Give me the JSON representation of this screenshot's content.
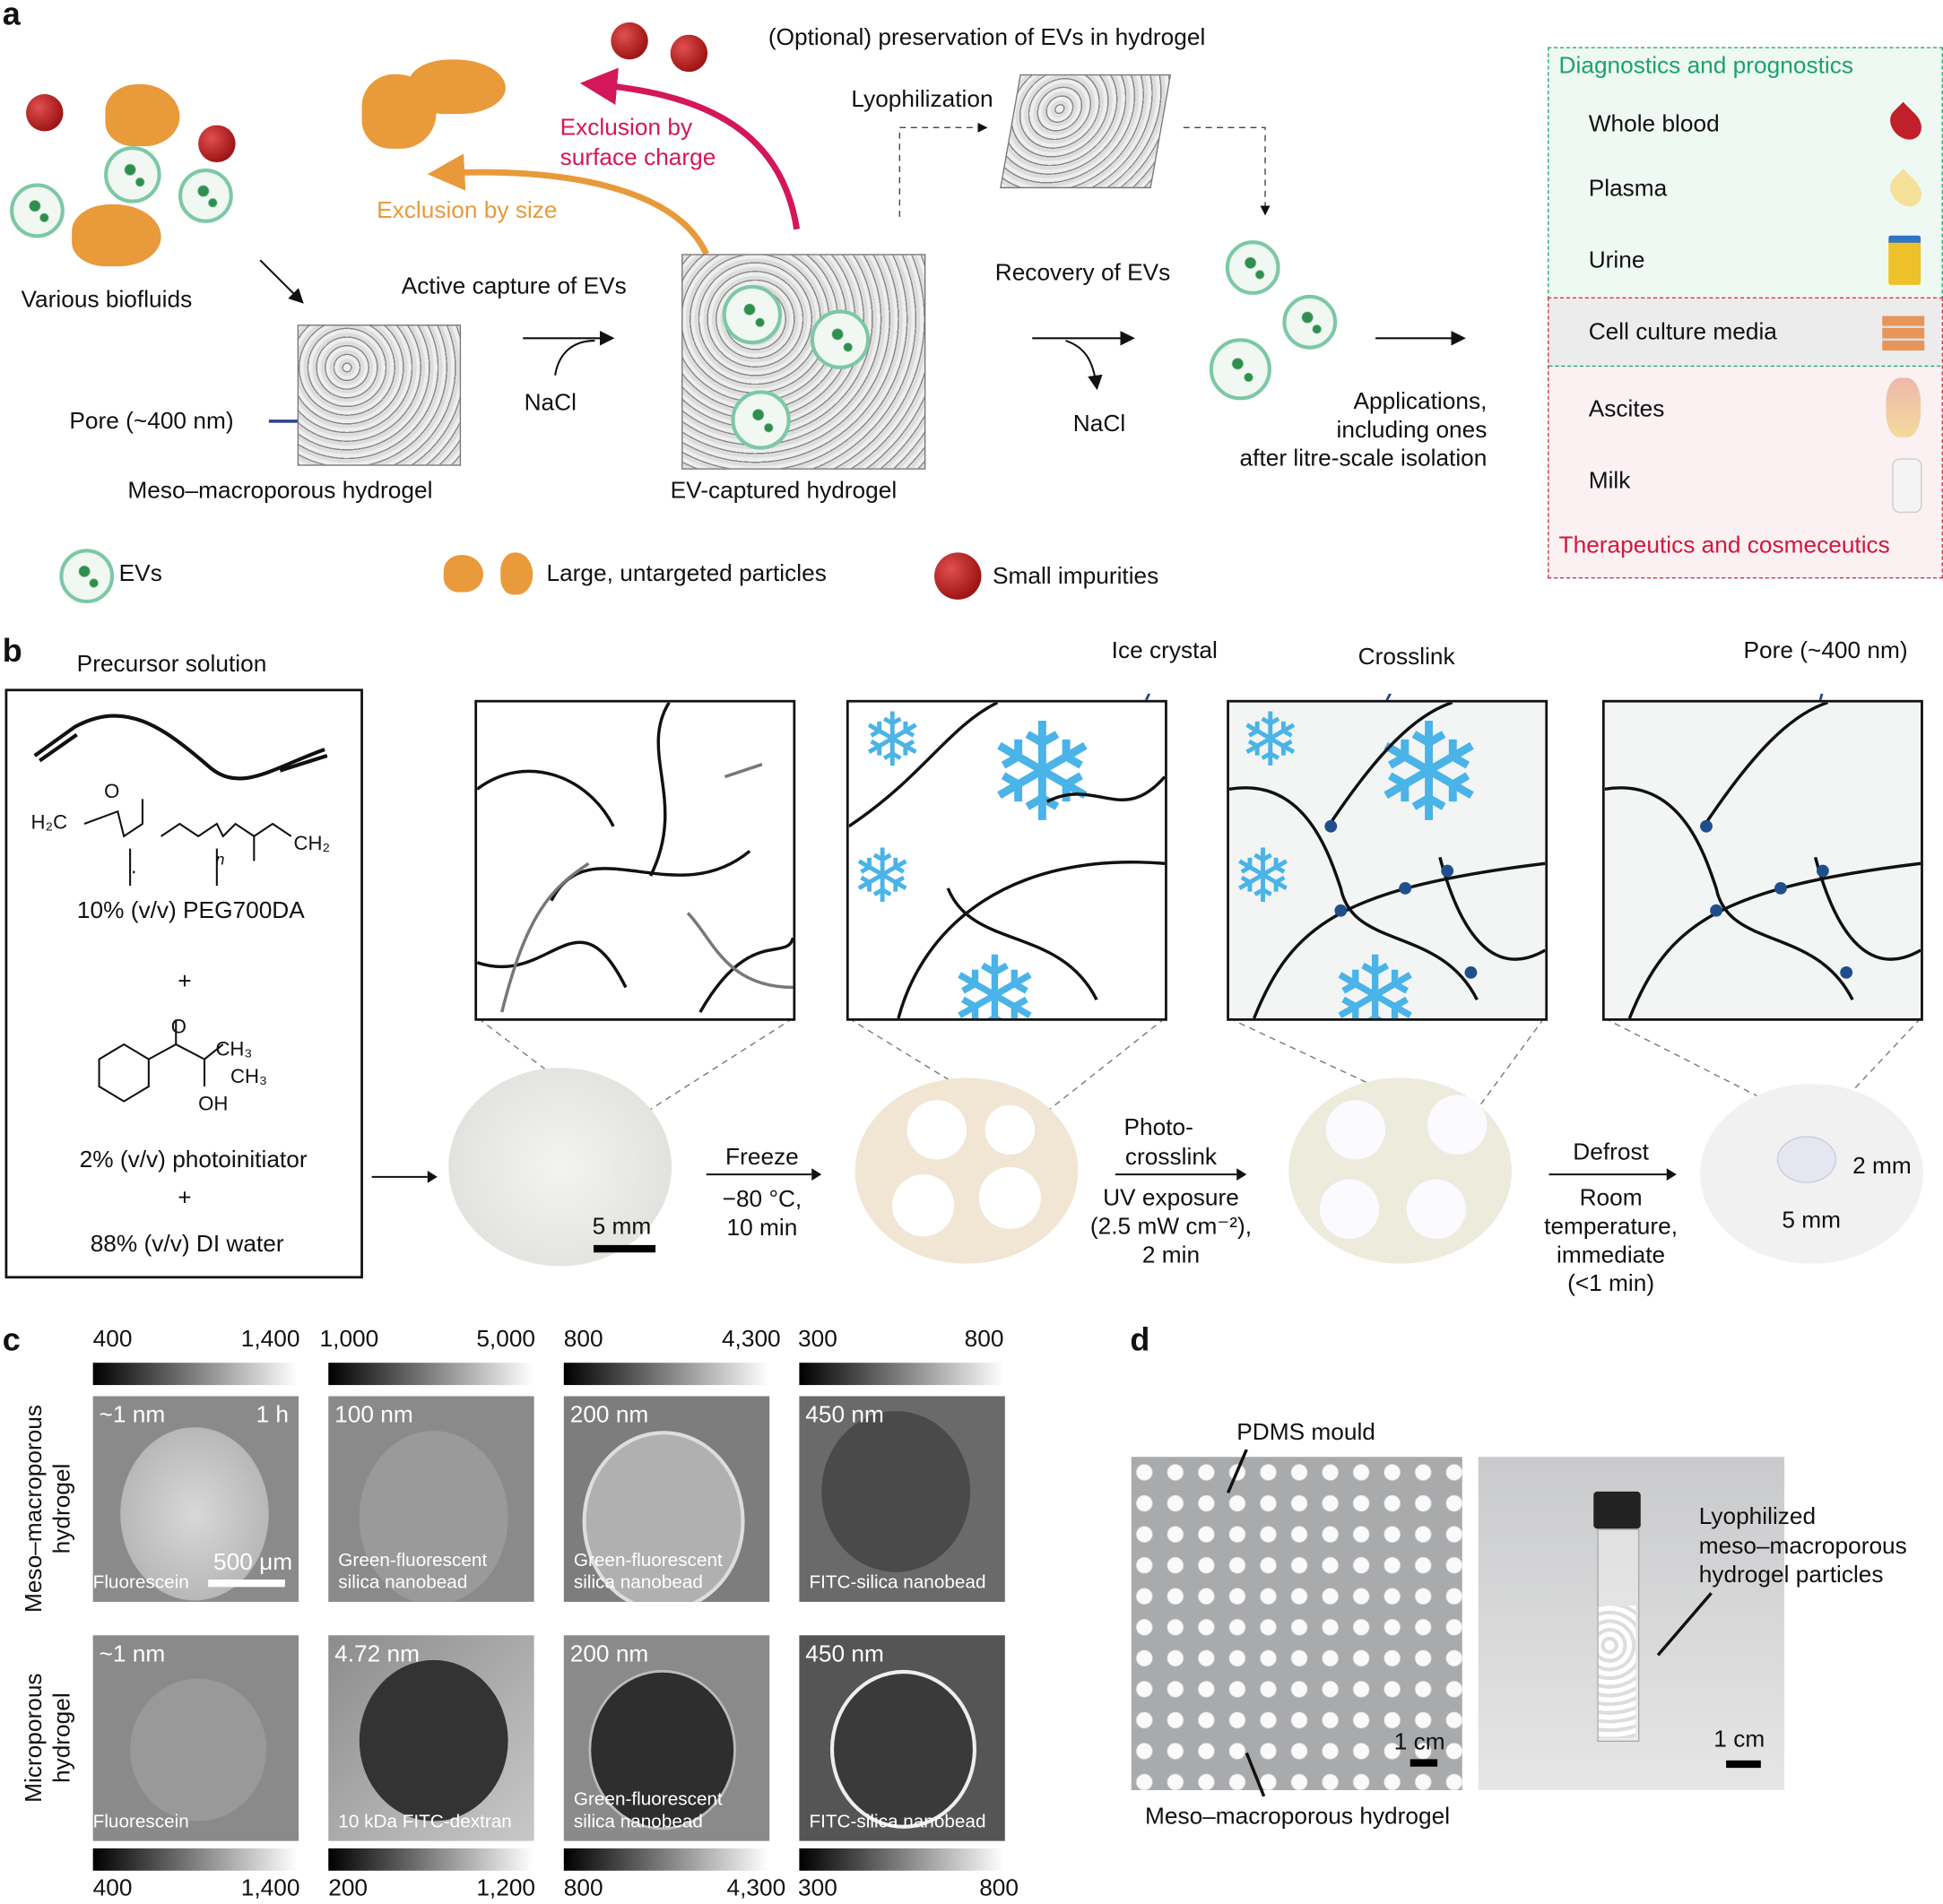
{
  "panel_labels": {
    "a": "a",
    "b": "b",
    "c": "c",
    "d": "d"
  },
  "panel_a": {
    "preservation": "(Optional) preservation of EVs in hydrogel",
    "lyophilization": "Lyophilization",
    "exclusion_charge": [
      "Exclusion by",
      "surface charge"
    ],
    "exclusion_size": "Exclusion by size",
    "various_biofluids": "Various biofluids",
    "active_capture": "Active capture of EVs",
    "nacl_1": "NaCl",
    "nacl_2": "NaCl",
    "recovery": "Recovery of EVs",
    "pore": "Pore (~400 nm)",
    "meso_hydrogel": "Meso–macroporous hydrogel",
    "ev_hydrogel": "EV-captured hydrogel",
    "applications": [
      "Applications,",
      "including ones",
      "after litre-scale isolation"
    ],
    "legend": {
      "evs": "EVs",
      "large": "Large, untargeted particles",
      "small": "Small impurities"
    },
    "sources": {
      "diagnostics_title": "Diagnostics and prognostics",
      "therapeutics_title": "Therapeutics and cosmeceutics",
      "items": [
        "Whole blood",
        "Plasma",
        "Urine",
        "Cell culture media",
        "Ascites",
        "Milk"
      ],
      "colors": {
        "diagnostics": "#1aa36a",
        "therapeutics": "#d4163c"
      }
    }
  },
  "panel_b": {
    "precursor_title": "Precursor solution",
    "peg_label": "10% (v/v) PEG700DA",
    "plus1": "+",
    "photoinit_label": "2% (v/v) photoinitiator",
    "plus2": "+",
    "water_label": "88% (v/v) DI water",
    "chem": {
      "h2c": "H₂C",
      "ch2": "CH₂",
      "o": "O",
      "n": "n",
      "ch3a": "CH₃",
      "ch3b": "CH₃",
      "oh": "OH"
    },
    "ice_crystal": "Ice crystal",
    "crosslink": "Crosslink",
    "pore": "Pore (~400 nm)",
    "scale_5mm": "5 mm",
    "freeze": {
      "title": "Freeze",
      "detail": [
        "−80 °C,",
        "10 min"
      ]
    },
    "photocrosslink": {
      "title": [
        "Photo-",
        "crosslink"
      ],
      "detail": [
        "UV exposure",
        "(2.5 mW cm⁻²),",
        "2 min"
      ]
    },
    "defrost": {
      "title": "Defrost",
      "detail": [
        "Room",
        "temperature,",
        "immediate",
        "(<1 min)"
      ]
    },
    "dim_2mm": "2 mm",
    "dim_5mm": "5 mm"
  },
  "panel_c": {
    "row_labels": [
      [
        "Meso–macroporous",
        "hydrogel"
      ],
      [
        "Microporous",
        "hydrogel"
      ]
    ],
    "top_scales": [
      [
        "400",
        "1,400"
      ],
      [
        "1,000",
        "5,000"
      ],
      [
        "800",
        "4,300"
      ],
      [
        "300",
        "800"
      ]
    ],
    "bottom_scales": [
      [
        "400",
        "1,400"
      ],
      [
        "200",
        "1,200"
      ],
      [
        "800",
        "4,300"
      ],
      [
        "300",
        "800"
      ]
    ],
    "row1": [
      {
        "size": "~1 nm",
        "time": "1 h",
        "label": [
          "Fluorescein"
        ],
        "scale": "500 μm"
      },
      {
        "size": "100 nm",
        "label": [
          "Green-fluorescent",
          "silica nanobead"
        ]
      },
      {
        "size": "200 nm",
        "label": [
          "Green-fluorescent",
          "silica nanobead"
        ]
      },
      {
        "size": "450 nm",
        "label": [
          "FITC-silica nanobead"
        ]
      }
    ],
    "row2": [
      {
        "size": "~1 nm",
        "label": [
          "Fluorescein"
        ]
      },
      {
        "size": "4.72 nm",
        "label": [
          "10 kDa FITC-dextran"
        ]
      },
      {
        "size": "200 nm",
        "label": [
          "Green-fluorescent",
          "silica nanobead"
        ]
      },
      {
        "size": "450 nm",
        "label": [
          "FITC-silica nanobead"
        ]
      }
    ]
  },
  "panel_d": {
    "pdms": "PDMS mould",
    "meso": "Meso–macroporous hydrogel",
    "scale1": "1 cm",
    "scale2": "1 cm",
    "lyo": [
      "Lyophilized",
      "meso–macroporous",
      "hydrogel particles"
    ]
  }
}
